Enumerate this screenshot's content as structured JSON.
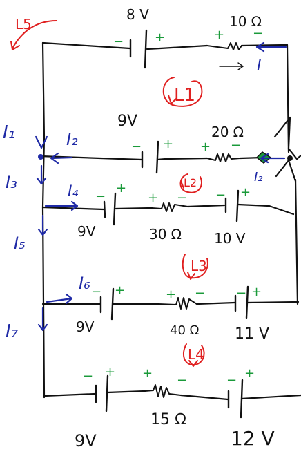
{
  "colors": {
    "wire": "#111111",
    "current": "#1f2aa6",
    "loop": "#e02020",
    "polarity": "#1a9a3a"
  },
  "top_branch": {
    "battery_label": "8 V",
    "resistor_label": "10 Ω",
    "current_label": "I"
  },
  "branch_2": {
    "battery_label": "9V",
    "resistor_label": "20 Ω",
    "right_current_label": "I₂"
  },
  "branch_3": {
    "battery1_label": "9V",
    "resistor_label": "30 Ω",
    "battery2_label": "10 V"
  },
  "branch_4": {
    "battery1_label": "9V",
    "resistor_label": "40 Ω",
    "battery2_label": "11 V"
  },
  "branch_5": {
    "battery1_label": "9V",
    "resistor_label": "15 Ω",
    "battery2_label": "12 V"
  },
  "currents": {
    "i1": "I₁",
    "i2": "I₂",
    "i3": "I₃",
    "i4": "I₄",
    "i5": "I₅",
    "i6": "I₆",
    "i7": "I₇"
  },
  "loops": {
    "l1": "L1",
    "l2": "L2",
    "l3": "L3",
    "l4": "L4",
    "l5": "L5"
  },
  "polarity": {
    "plus": "+",
    "minus": "−"
  }
}
